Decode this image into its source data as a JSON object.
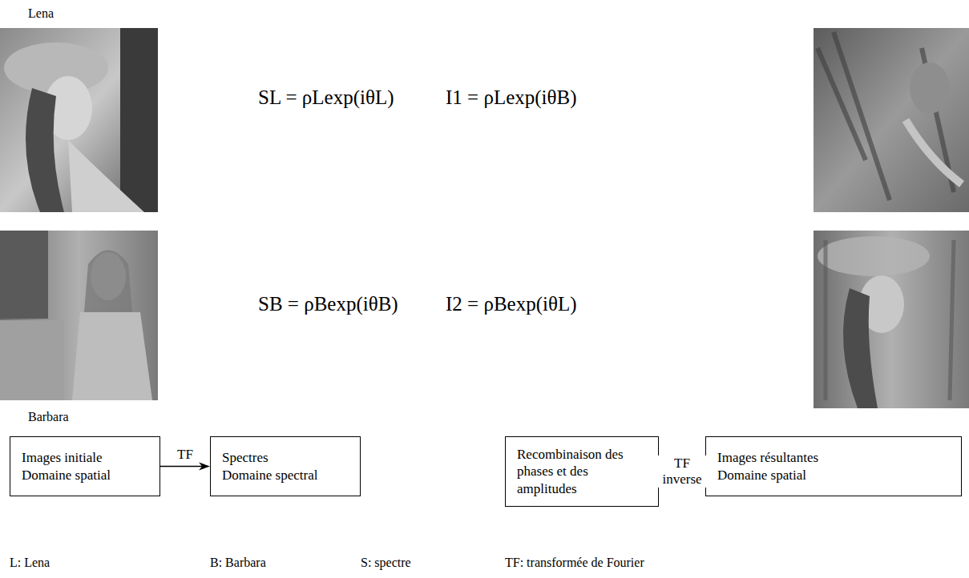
{
  "diagram": {
    "nodes": [
      {
        "text": [
          "Images initiale",
          "Domaine spatial"
        ]
      },
      {
        "text": [
          "Spectres",
          "Domaine spectral"
        ]
      },
      {
        "text": [
          "Recombinaison des phases et des amplitudes"
        ]
      },
      {
        "text": [
          "Images résultantes",
          "Domaine spatial"
        ]
      }
    ],
    "edges": [
      {
        "from": 0,
        "to": 1,
        "label": "TF",
        "arrow": "to"
      },
      {
        "from": 2,
        "to": 3,
        "label": "TF inverse",
        "arrow": "to"
      }
    ],
    "labels": [
      "Lena",
      "SL = ρLexp(iθL)",
      "I1 = ρLexp(iθB)",
      "SB = ρBexp(iθB)",
      "I2 = ρBexp(iθL)",
      "Barbara",
      "L: Lena",
      "B: Barbara",
      "S: spectre",
      "TF: transformée de Fourier"
    ]
  }
}
